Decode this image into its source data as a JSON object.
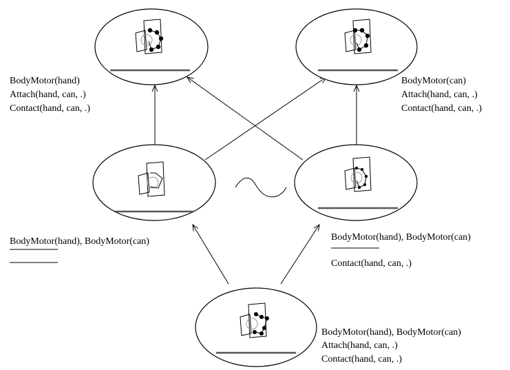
{
  "nodes": [
    {
      "id": "top-left",
      "labels": [
        "BodyMotor(hand)",
        "Attach(hand, can, .)",
        "Contact(hand, can, .)"
      ],
      "blanks": 0
    },
    {
      "id": "top-right",
      "labels": [
        "BodyMotor(can)",
        "Attach(hand, can, .)",
        "Contact(hand, can, .)"
      ],
      "blanks": 0
    },
    {
      "id": "middle-left",
      "labels": [
        "BodyMotor(hand), BodyMotor(can)"
      ],
      "blanks": 2
    },
    {
      "id": "middle-right",
      "labels": [
        "BodyMotor(hand), BodyMotor(can)",
        "Contact(hand, can, .)"
      ],
      "blanks": 1
    },
    {
      "id": "bottom",
      "labels": [
        "BodyMotor(hand), BodyMotor(can)",
        "Attach(hand, can, .)",
        "Contact(hand, can, .)"
      ],
      "blanks": 0
    }
  ],
  "equivalence_symbol": "~"
}
